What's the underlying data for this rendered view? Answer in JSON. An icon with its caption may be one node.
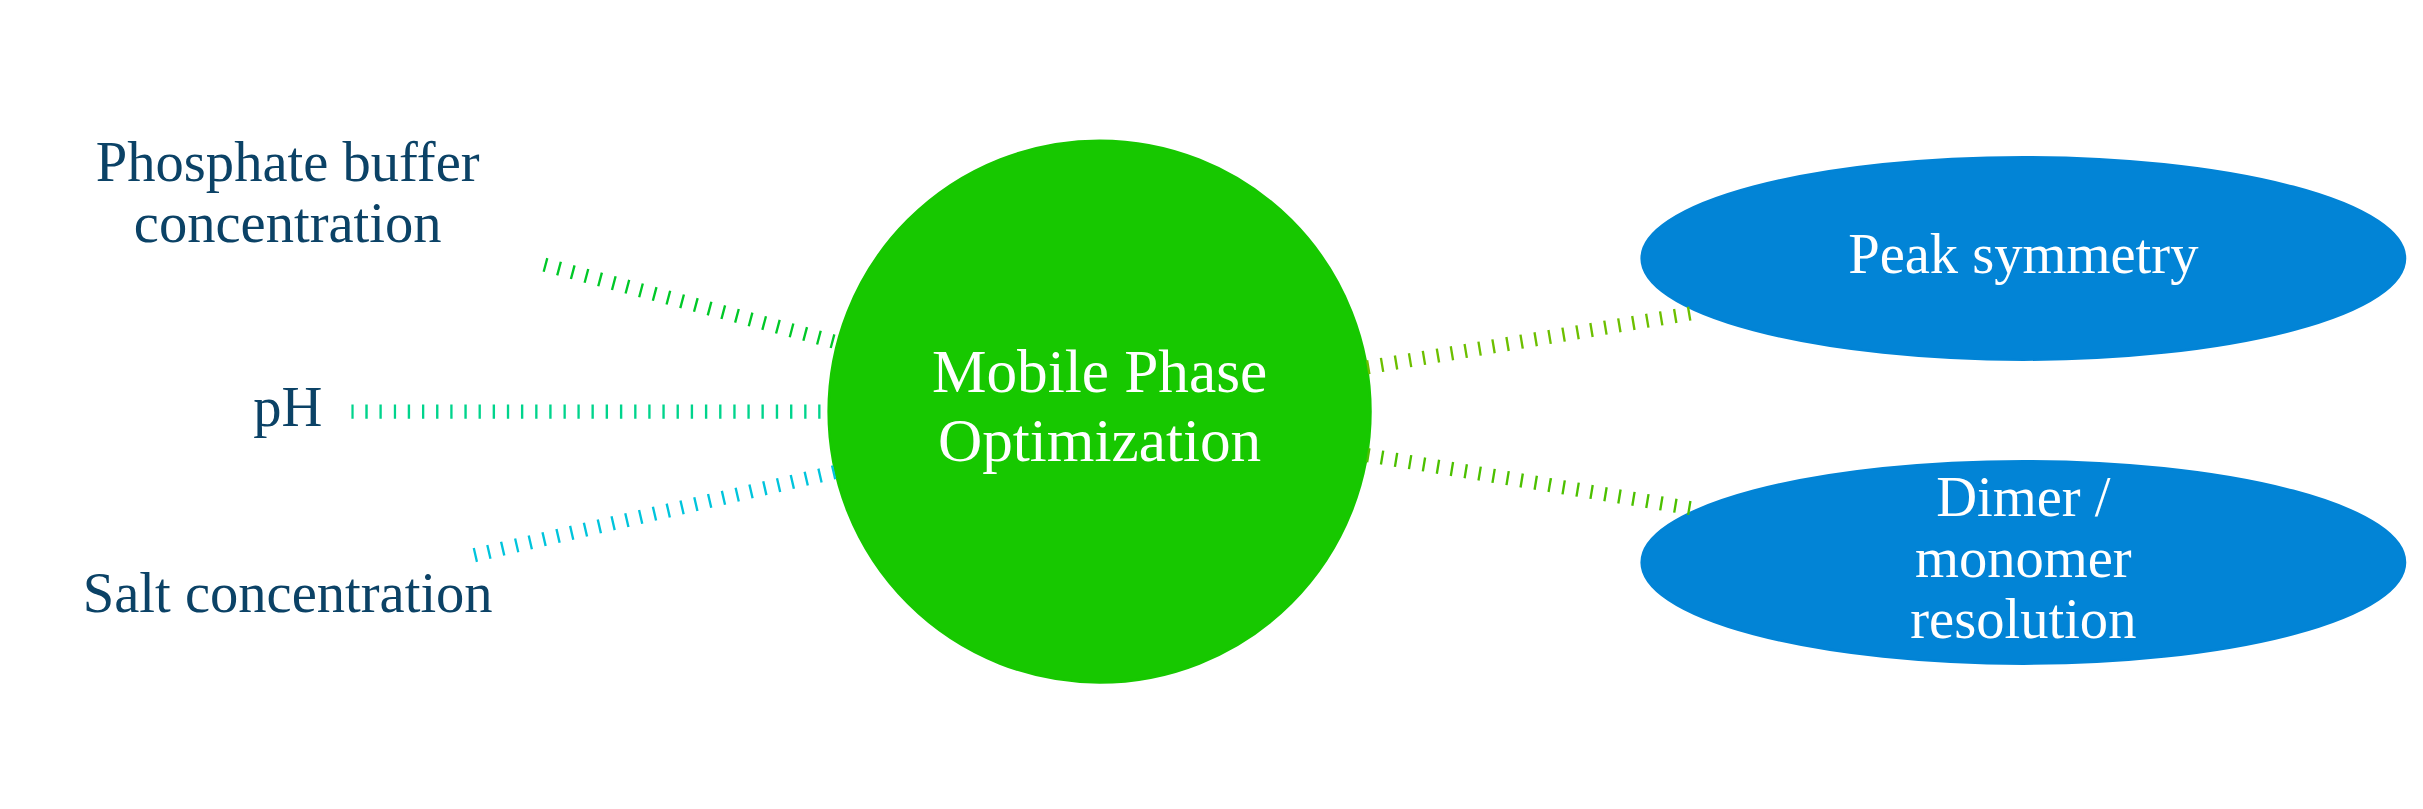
{
  "diagram": {
    "nodes": [
      {
        "text": [
          "Phosphate buffer concentration"
        ]
      },
      {
        "text": [
          "pH"
        ]
      },
      {
        "text": [
          "Salt concentration"
        ]
      },
      {
        "text": [
          "Mobile Phase Optimization"
        ]
      },
      {
        "text": [
          "Peak symmetry"
        ]
      },
      {
        "text": [
          "Dimer / monomer resolution"
        ]
      }
    ],
    "edges": [
      {
        "from": 0,
        "to": 3,
        "arrow": "none",
        "style": "dashed",
        "color": "#00c828"
      },
      {
        "from": 1,
        "to": 3,
        "arrow": "none",
        "style": "dashed",
        "color": "#00d48c"
      },
      {
        "from": 2,
        "to": 3,
        "arrow": "none",
        "style": "dashed",
        "color": "#00c4dc"
      },
      {
        "from": 3,
        "to": 4,
        "arrow": "none",
        "style": "dashed",
        "color": "#6cbf00"
      },
      {
        "from": 3,
        "to": 5,
        "arrow": "none",
        "style": "dashed",
        "color": "#4cc000"
      }
    ]
  }
}
